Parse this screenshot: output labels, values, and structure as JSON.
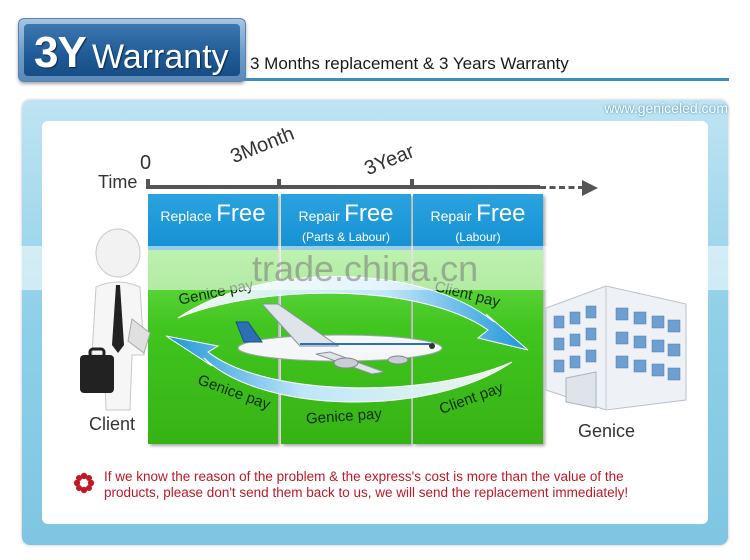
{
  "header": {
    "badge_big": "3Y",
    "badge_small": "Warranty",
    "title": "3 Months replacement & 3 Years Warranty"
  },
  "website": "www.geniceled.com",
  "timeline": {
    "label": "Time",
    "ticks": [
      "0",
      "3Month",
      "3Year"
    ]
  },
  "columns": [
    {
      "word": "Replace",
      "free": "Free",
      "sub": ""
    },
    {
      "word": "Repair",
      "free": "Free",
      "sub": "(Parts & Labour)"
    },
    {
      "word": "Repair",
      "free": "Free",
      "sub": "(Labour)"
    }
  ],
  "flows": {
    "top_left": "Genice pay",
    "top_right": "Client pay",
    "bottom_left": "Genice pay",
    "bottom_middle": "Genice pay",
    "bottom_right": "Client pay"
  },
  "watermark": "trade.china.cn",
  "client_label": "Client",
  "genice_label": "Genice",
  "note": {
    "line1": "If we know the reason of the problem & the express's cost is more than the value of the",
    "line2": "products, please don't send them back to us, we will send the replacement immediately!",
    "icon": "flower-icon"
  },
  "colors": {
    "accent_blue": "#1590d1",
    "accent_green": "#41c51f",
    "frame": "#8fcfe8",
    "note_red": "#c01826"
  }
}
